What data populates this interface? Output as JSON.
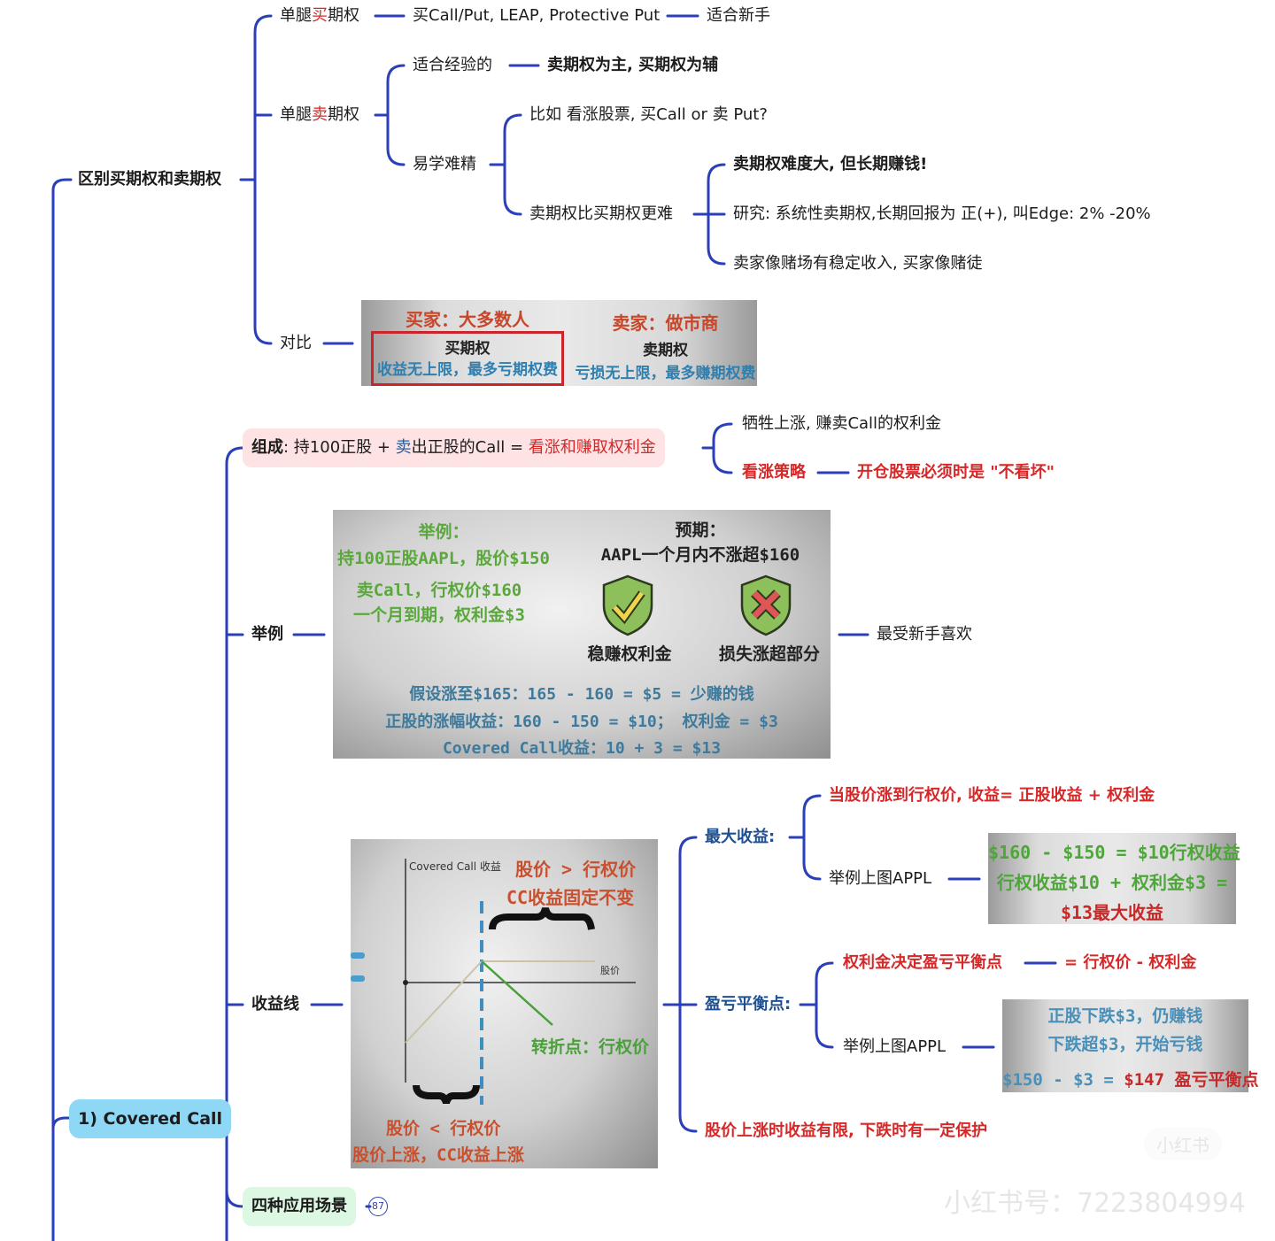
{
  "section1": {
    "title": "区别买期权和卖期权",
    "buy_leg": {
      "prefix": "单腿",
      "hl": "买",
      "suffix": "期权",
      "detail": "买Call/Put, LEAP, Protective Put",
      "result": "适合新手"
    },
    "sell_leg": {
      "prefix": "单腿",
      "hl": "卖",
      "suffix": "期权",
      "experienced": {
        "label": "适合经验的",
        "detail": "卖期权为主, 买期权为辅"
      },
      "hard": {
        "label": "易学难精",
        "example": "比如 看涨股票, 买Call or 卖 Put?",
        "harder": {
          "label": "卖期权比买期权更难",
          "children": [
            "卖期权难度大, 但长期赚钱!",
            "研究: 系统性卖期权,长期回报为 正(+), 叫Edge: 2% -20%",
            "卖家像赌场有稳定收入, 买家像赌徒"
          ]
        }
      }
    },
    "compare": {
      "label": "对比",
      "image": {
        "buyer_title": "买家：大多数人",
        "buyer_sub": "买期权",
        "buyer_desc": "收益无上限，最多亏期权费",
        "seller_title": "卖家：做市商",
        "seller_sub": "卖期权",
        "seller_desc": "亏损无上限，最多赚期权费"
      }
    }
  },
  "section2": {
    "title": "1) Covered Call",
    "composition": {
      "prefix_bold": "组成",
      "part1": ": 持100正股 + ",
      "sell": "卖",
      "part2": "出正股的Call = ",
      "result": "看涨和赚取权利金",
      "children": [
        "牺牲上涨, 赚卖Call的权利金"
      ],
      "bull": {
        "label": "看涨策略",
        "detail": "开仓股票必须时是 \"不看坏\""
      }
    },
    "example": {
      "label": "举例",
      "note": "最受新手喜欢",
      "image": {
        "left": [
          "举例：",
          "持100正股AAPL，股价$150",
          "卖Call，行权价$160",
          "一个月到期，权利金$3"
        ],
        "expect_title": "预期：",
        "expect": "AAPL一个月内不涨超$160",
        "good": "稳赚权利金",
        "bad": "损失涨超部分",
        "calc": [
          "假设涨至$165：165 - 160 = $5 = 少赚的钱",
          "正股的涨幅收益：160 - 150 = $10；  权利金 = $3",
          "Covered Call收益：10 + 3 = $13"
        ]
      }
    },
    "payoff": {
      "label": "收益线",
      "image": {
        "axis_y": "Covered Call 收益",
        "axis_x": "股价",
        "top_note": [
          "股价 > 行权价",
          "CC收益固定不变"
        ],
        "turn": "转折点：行权价",
        "bottom_note": [
          "股价 < 行权价",
          "股价上涨，CC收益上涨"
        ]
      },
      "max_profit": {
        "label": "最大收益:",
        "rule": "当股价涨到行权价, 收益= 正股收益 + 权利金",
        "example_label": "举例上图APPL",
        "example_img": [
          "$160 - $150 = $10行权收益",
          "行权收益$10 + 权利金$3 =",
          "$13最大收益"
        ]
      },
      "breakeven": {
        "label": "盈亏平衡点:",
        "rule": "权利金决定盈亏平衡点",
        "formula": "= 行权价 - 权利金",
        "example_label": "举例上图APPL",
        "example_img": [
          "正股下跌$3，仍赚钱",
          "下跌超$3，开始亏钱",
          "$150 - $3 = ",
          "$147 盈亏平衡点"
        ]
      },
      "summary": "股价上涨时收益有限, 下跌时有一定保护"
    },
    "scenarios": {
      "label": "四种应用场景",
      "count": "87"
    }
  },
  "watermark": {
    "logo": "小红书",
    "id": "小红书号：7223804994"
  }
}
